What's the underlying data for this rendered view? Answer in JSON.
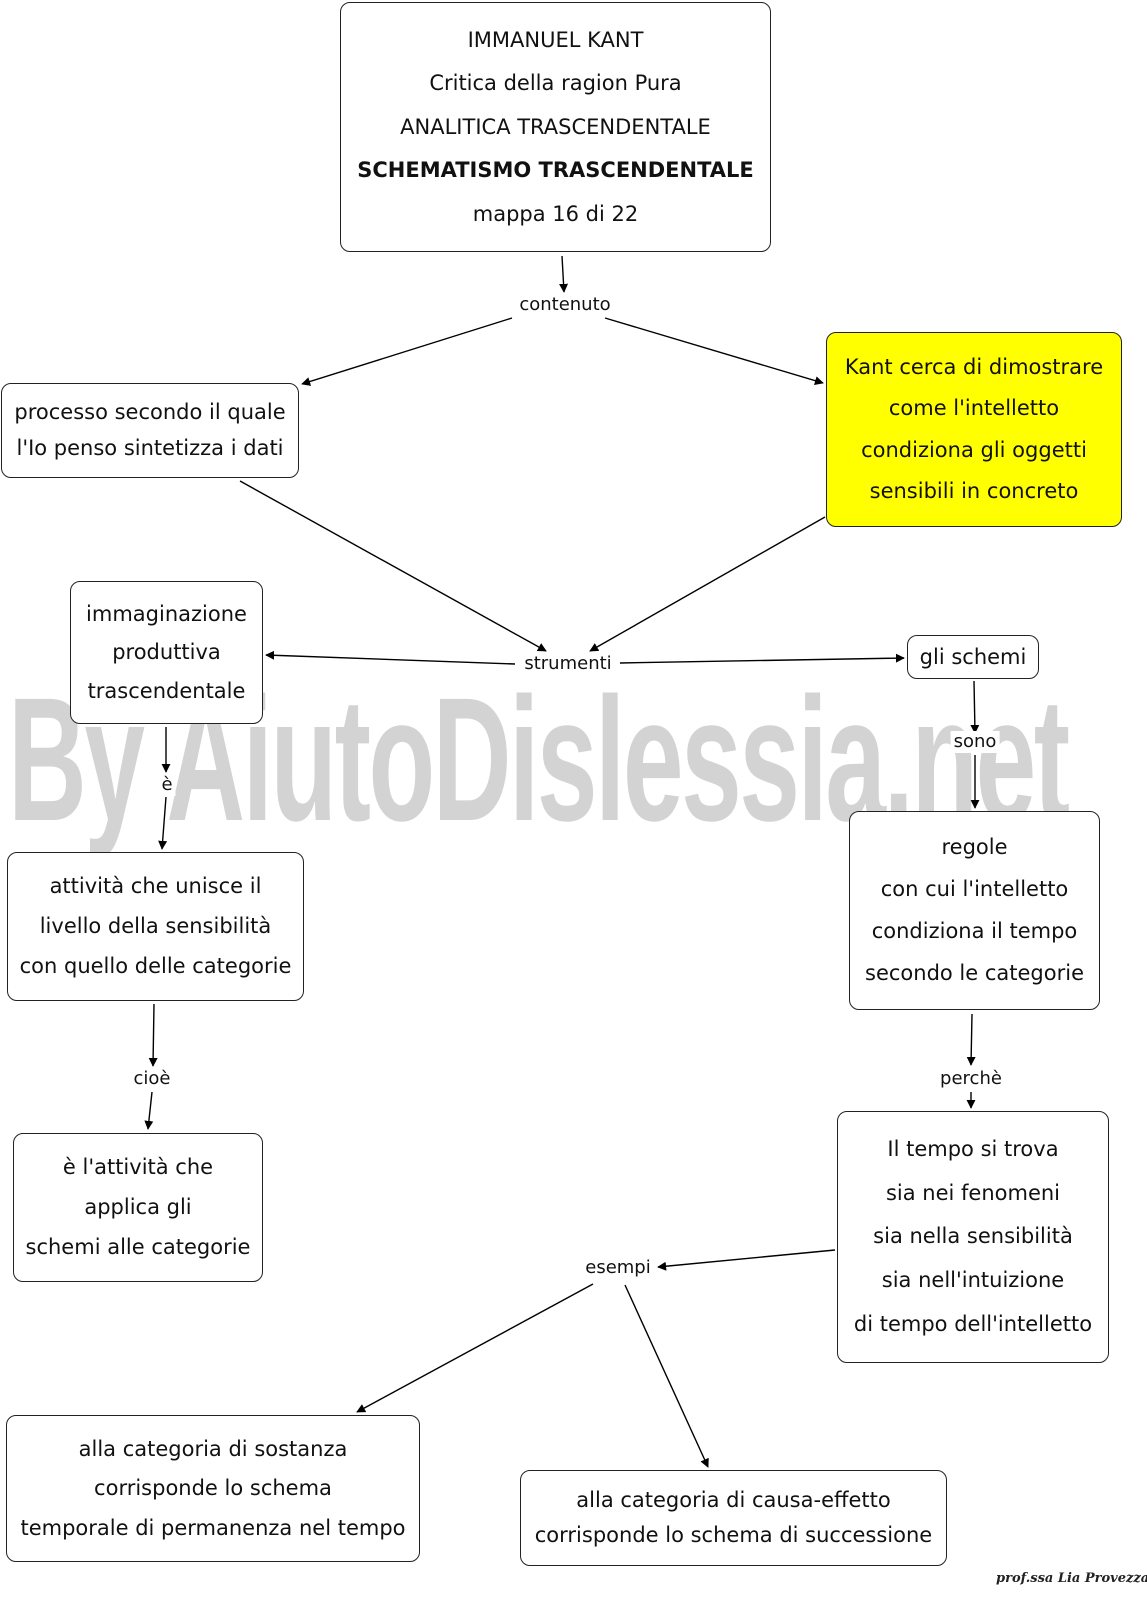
{
  "nodes": {
    "title": {
      "lines": [
        "IMMANUEL KANT",
        "Critica della ragion Pura",
        "ANALITICA TRASCENDENTALE",
        "SCHEMATISMO TRASCENDENTALE",
        "mappa 16 di 22"
      ]
    },
    "processo": {
      "lines": [
        "processo secondo il quale",
        "l'Io penso sintetizza i dati"
      ]
    },
    "kant": {
      "lines": [
        "Kant cerca di dimostrare",
        "come l'intelletto",
        "condiziona gli oggetti",
        "sensibili in concreto"
      ],
      "fill": "#ffff00"
    },
    "immaginazione": {
      "lines": [
        "immaginazione",
        "produttiva",
        "trascendentale"
      ]
    },
    "schemi": {
      "lines": [
        "gli schemi"
      ]
    },
    "attivita": {
      "lines": [
        "attività che unisce il",
        "livello della sensibilità",
        "con quello delle categorie"
      ]
    },
    "regole": {
      "lines": [
        "regole",
        "con cui l'intelletto",
        "condiziona il tempo",
        "secondo le categorie"
      ]
    },
    "applica": {
      "lines": [
        "è l'attività che",
        "applica gli",
        "schemi alle categorie"
      ]
    },
    "tempo": {
      "lines": [
        "Il tempo si trova",
        "sia nei fenomeni",
        "sia nella sensibilità",
        "sia nell'intuizione",
        "di tempo dell'intelletto"
      ]
    },
    "sostanza": {
      "lines": [
        "alla categoria di sostanza",
        "corrisponde lo schema",
        "temporale di permanenza nel tempo"
      ]
    },
    "causa": {
      "lines": [
        "alla categoria di causa-effetto",
        "corrisponde lo schema di successione"
      ]
    }
  },
  "links": {
    "contenuto": "contenuto",
    "strumenti": "strumenti",
    "e": "è",
    "sono": "sono",
    "cioe": "cioè",
    "perche": "perchè",
    "esempi": "esempi"
  },
  "watermark": "By AiutoDislessia.net",
  "signature": "prof.ssa Lia Provezza"
}
